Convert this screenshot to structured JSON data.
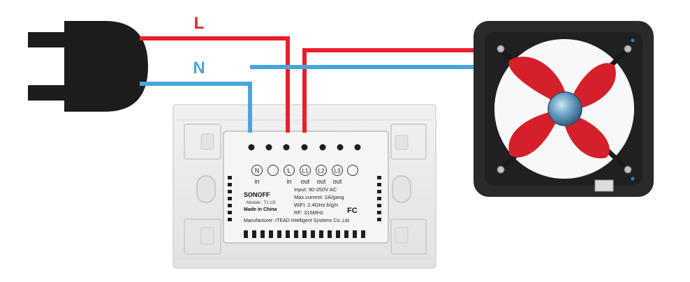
{
  "colors": {
    "live": "#e8202a",
    "neutral": "#49a6dc",
    "plug": "#1c1c1c",
    "plate": "#ececec",
    "module": "#f4f4f4",
    "fan_frame": "#2a2a2c",
    "fan_blade": "#d5202c",
    "fan_hub": "#5e93b8"
  },
  "wire_labels": {
    "live": "L",
    "neutral": "N"
  },
  "terminals": [
    {
      "symbol": "N",
      "sub": "in"
    },
    {
      "symbol": "",
      "sub": ""
    },
    {
      "symbol": "L",
      "sub": "in"
    },
    {
      "symbol": "L1",
      "sub": "out"
    },
    {
      "symbol": "L2",
      "sub": "out"
    },
    {
      "symbol": "L3",
      "sub": "out"
    },
    {
      "symbol": "",
      "sub": ""
    }
  ],
  "module": {
    "brand": "SONOFF",
    "model": "Module : T1 US",
    "made_in": "Made in China",
    "fcc": "FC",
    "specs": {
      "input": "Input: 90-250V AC",
      "current": "Max.current: 2A/gang",
      "wifi": "WiFi: 2.4GHz b/g/n",
      "rf": "RF: 315MHz"
    },
    "manufacturer": "Manufacturer: ITEAD Intelligent Systems Co.,Ltd"
  },
  "icons": {
    "plug": "power-plug-icon",
    "fan": "exhaust-fan-icon"
  }
}
